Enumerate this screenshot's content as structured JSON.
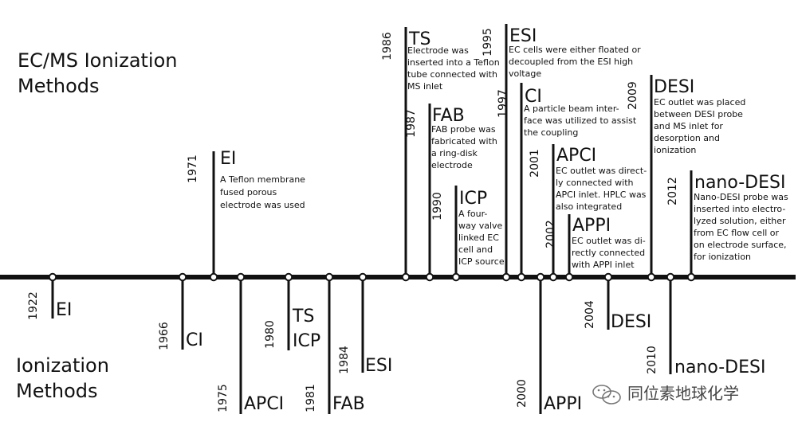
{
  "headings": {
    "top": [
      "EC/MS Ionization",
      "Methods"
    ],
    "bottom": [
      "Ionization",
      "Methods"
    ]
  },
  "watermark": {
    "text": "同位素地球化学"
  },
  "colors": {
    "ink": "#111111",
    "muted": "#444444"
  },
  "timeline": {
    "top_events": [
      {
        "year": "1971",
        "label": "EI",
        "description": [
          "A Teflon membrane",
          "fused porous",
          "electrode was used"
        ]
      },
      {
        "year": "1986",
        "label": "TS",
        "description": [
          "Electrode was",
          "inserted into a Teflon",
          "tube connected with",
          "MS inlet"
        ]
      },
      {
        "year": "1987",
        "label": "FAB",
        "description": [
          "FAB probe was",
          "fabricated with",
          "a ring-disk",
          "electrode"
        ]
      },
      {
        "year": "1990",
        "label": "ICP",
        "description": [
          "A four-",
          "way valve",
          "linked EC",
          "cell and",
          "ICP source"
        ]
      },
      {
        "year": "1995",
        "label": "ESI",
        "description": [
          "EC cells were either floated or",
          "decoupled from the ESI high",
          "voltage"
        ]
      },
      {
        "year": "1997",
        "label": "CI",
        "description": [
          "A particle beam inter-",
          "face was utilized to assist",
          "the coupling"
        ]
      },
      {
        "year": "2001",
        "label": "APCI",
        "description": [
          "EC outlet was direct-",
          "ly connected with",
          "APCI inlet. HPLC was",
          "also integrated"
        ]
      },
      {
        "year": "2002",
        "label": "APPI",
        "description": [
          "EC outlet was di-",
          "rectly connected",
          "with APPI inlet"
        ]
      },
      {
        "year": "2009",
        "label": "DESI",
        "description": [
          "EC outlet was placed",
          "between DESI probe",
          "and MS inlet for",
          "desorption and",
          "ionization"
        ]
      },
      {
        "year": "2012",
        "label": "nano-DESI",
        "description": [
          "Nano-DESI probe was",
          "inserted into  electro-",
          "lyzed solution, either",
          "from EC flow cell or",
          "on electrode surface,",
          "for ionization"
        ]
      }
    ],
    "bottom_events": [
      {
        "year": "1922",
        "label": "EI"
      },
      {
        "year": "1966",
        "label": "CI"
      },
      {
        "year": "1975",
        "label": "APCI"
      },
      {
        "year": "1980",
        "label": "TS"
      },
      {
        "year": "1980",
        "label": "ICP"
      },
      {
        "year": "1981",
        "label": "FAB"
      },
      {
        "year": "1984",
        "label": "ESI"
      },
      {
        "year": "2000",
        "label": "APPI"
      },
      {
        "year": "2004",
        "label": "DESI"
      },
      {
        "year": "2010",
        "label": "nano-DESI"
      }
    ]
  }
}
